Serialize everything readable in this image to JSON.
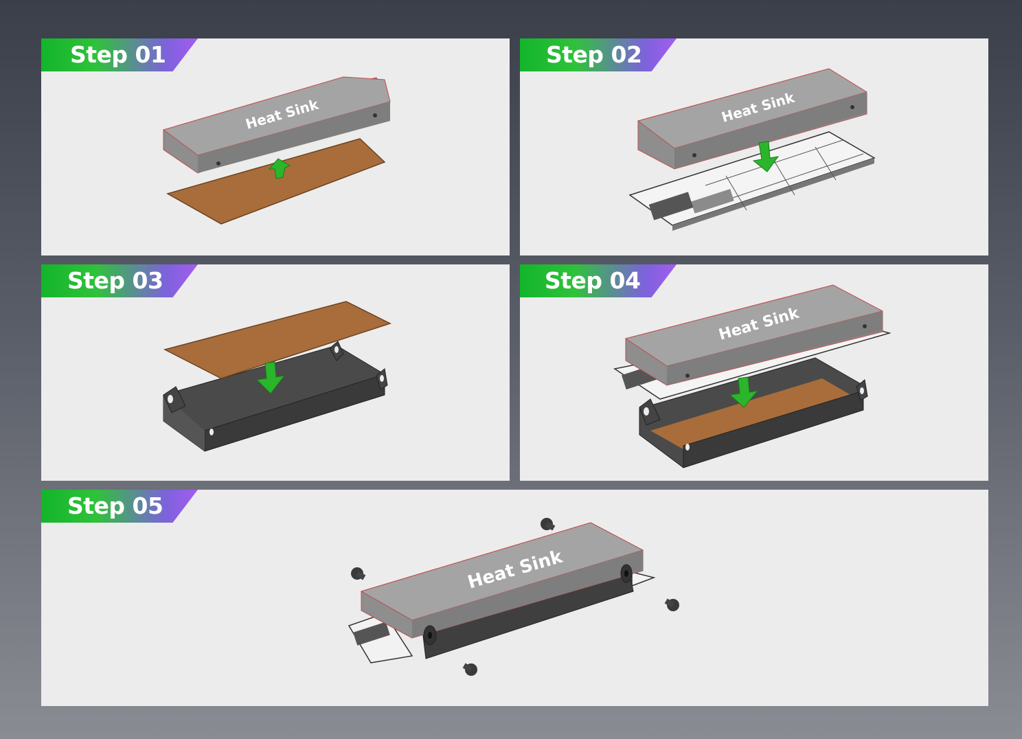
{
  "steps": [
    {
      "label": "Step 01",
      "heat_sink_label": "Heat Sink"
    },
    {
      "label": "Step 02",
      "heat_sink_label": "Heat Sink"
    },
    {
      "label": "Step 03"
    },
    {
      "label": "Step 04",
      "heat_sink_label": "Heat Sink"
    },
    {
      "label": "Step 05",
      "heat_sink_label": "Heat Sink"
    }
  ],
  "colors": {
    "heat_sink_top": "#a4a4a4",
    "heat_sink_side": "#8e8e8e",
    "thermal_pad": "#a86d3b",
    "bracket": "#3f3f3f",
    "arrow": "#2bb52b",
    "panel_bg": "#ececec"
  }
}
